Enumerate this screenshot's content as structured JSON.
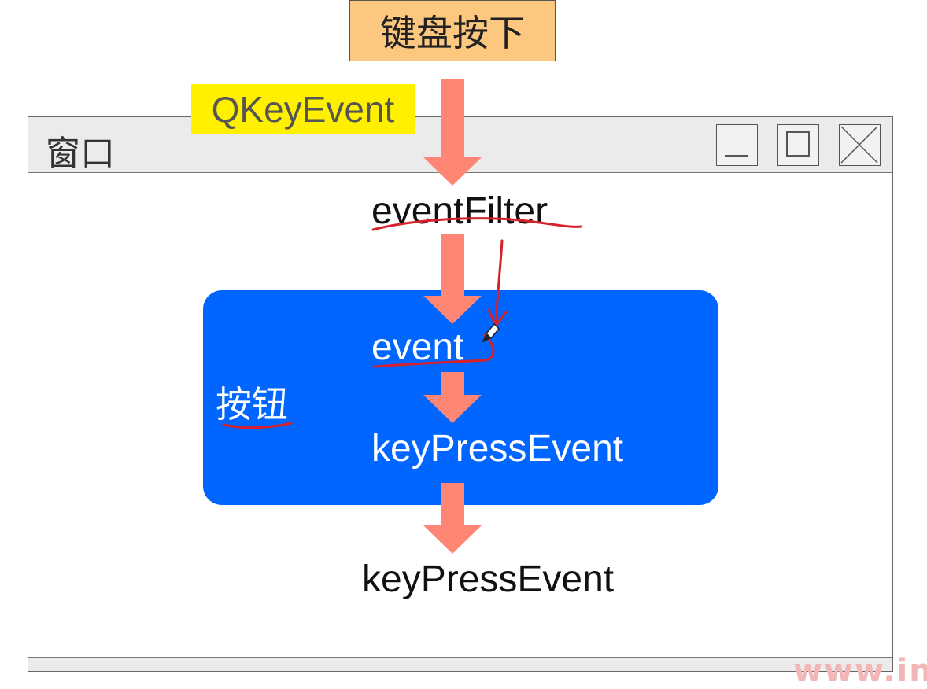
{
  "trigger": {
    "label": "键盘按下"
  },
  "window": {
    "title": "窗口",
    "controls": [
      "minimize-icon",
      "maximize-icon",
      "close-icon"
    ]
  },
  "event_type": {
    "label": "QKeyEvent",
    "highlight_color": "#fff000"
  },
  "flow": {
    "filter": "eventFilter",
    "event": "event",
    "inner_handler": "keyPressEvent",
    "outer_handler": "keyPressEvent"
  },
  "button": {
    "label": "按钮",
    "color": "#0066ff"
  },
  "colors": {
    "arrow": "#ff8674",
    "annotation": "#d8202a",
    "key_box": "#fcc77f"
  },
  "watermark": "www.in"
}
